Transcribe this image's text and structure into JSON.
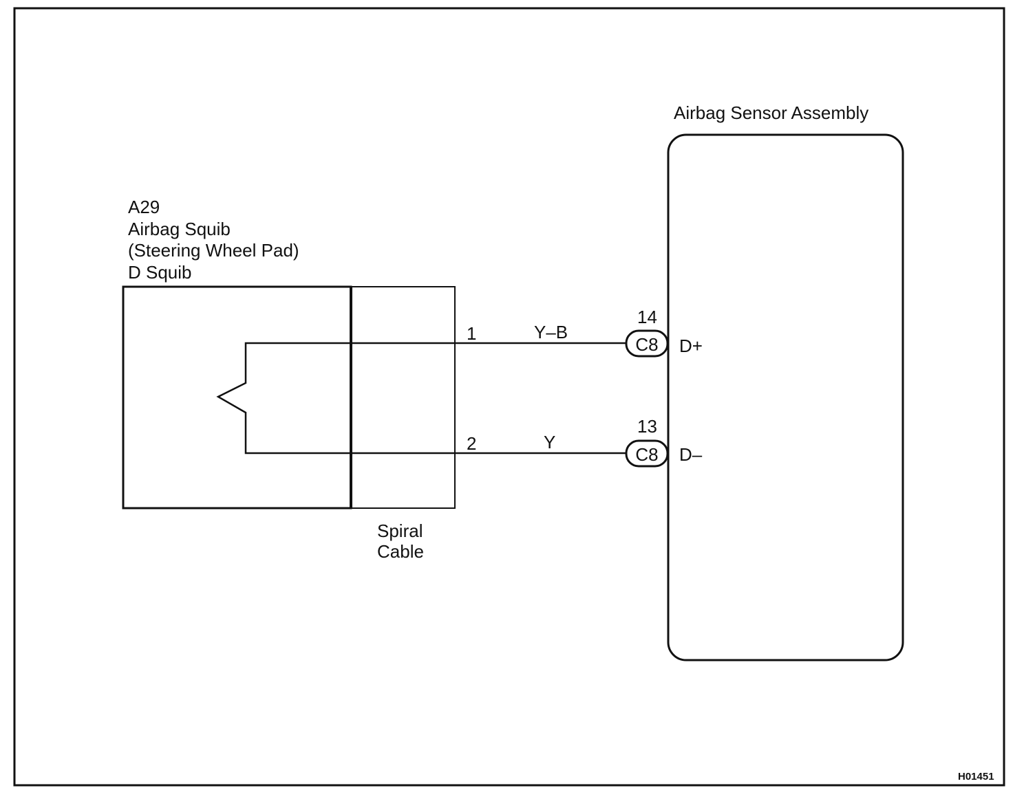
{
  "diagram": {
    "squib": {
      "code": "A29",
      "name": "Airbag Squib",
      "location": "(Steering Wheel Pad)",
      "type": "D Squib"
    },
    "spiral_cable": {
      "line1": "Spiral",
      "line2": "Cable"
    },
    "sensor_assembly": {
      "title": "Airbag Sensor Assembly"
    },
    "wires": [
      {
        "pin": "1",
        "color": "Y–B",
        "connector": "C8",
        "terminal_no": "14",
        "terminal": "D+"
      },
      {
        "pin": "2",
        "color": "Y",
        "connector": "C8",
        "terminal_no": "13",
        "terminal": "D–"
      }
    ],
    "figure_code": "H01451"
  }
}
